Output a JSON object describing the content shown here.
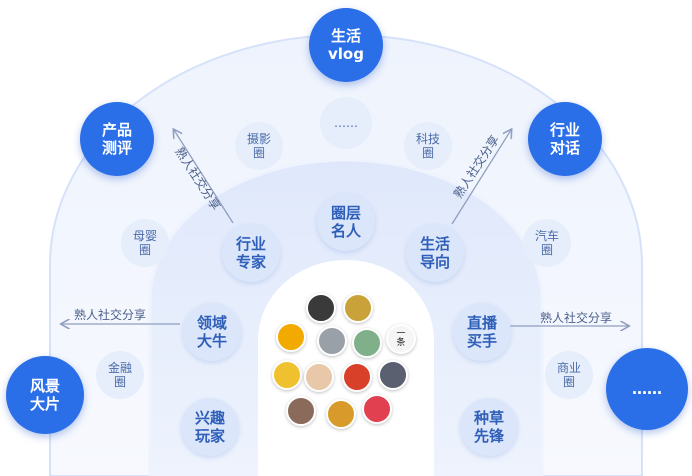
{
  "diagram": {
    "outer_nodes": {
      "life_vlog": "生活\nvlog",
      "product_review": "产品\n测评",
      "industry_dialogue": "行业\n对话",
      "landscape": "风景\n大片",
      "more": "……"
    },
    "outer_ring": {
      "photography": "摄影\n圈",
      "ellipsis": "……",
      "tech": "科技\n圈",
      "maternal": "母婴\n圈",
      "auto": "汽车\n圈",
      "finance": "金融\n圈",
      "business": "商业\n圈"
    },
    "inner_ring": {
      "circle_celebrity": "圈层\n名人",
      "industry_expert": "行业\n专家",
      "life_guide": "生活\n导向",
      "domain_master": "领域\n大牛",
      "live_shopping": "直播\n买手",
      "hobby_player": "兴趣\n玩家",
      "seeding": "种草\n先锋"
    },
    "share_labels": {
      "upper_left": "熟人社交分享",
      "upper_right": "熟人社交分享",
      "left": "熟人社交分享",
      "right": "熟人社交分享"
    },
    "avatar_badge": "一\n条",
    "colors": {
      "primary": "#2a6ee8",
      "pale_node": "#e6eefb",
      "mid_node": "#dbe6fa",
      "arch": "#dfe9fb"
    }
  }
}
